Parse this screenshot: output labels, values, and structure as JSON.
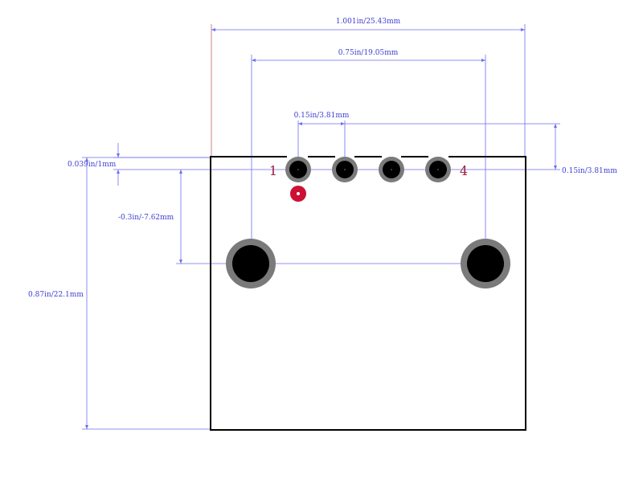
{
  "colors": {
    "background": "#ffffff",
    "dimension": "#6e6ef0",
    "dimension_text": "#3c3cd2",
    "outline": "#000000",
    "outline_accent": "#8b1a2a",
    "pad_ring": "#7a7a7a",
    "hole": "#000000",
    "pin1_marker": "#cc1133",
    "pin_label": "#9b1b3b"
  },
  "dimensions": {
    "overall_width": "1.001in/25.43mm",
    "mount_spacing": "0.75in/19.05mm",
    "pin_pitch": "0.15in/3.81mm",
    "pin_offset_right": "0.15in/3.81mm",
    "edge_offset": "0.039in/1mm",
    "mount_offset": "-0.3in/-7.62mm",
    "overall_height": "0.87in/22.1mm"
  },
  "pin_labels": {
    "first": "1",
    "last": "4"
  }
}
